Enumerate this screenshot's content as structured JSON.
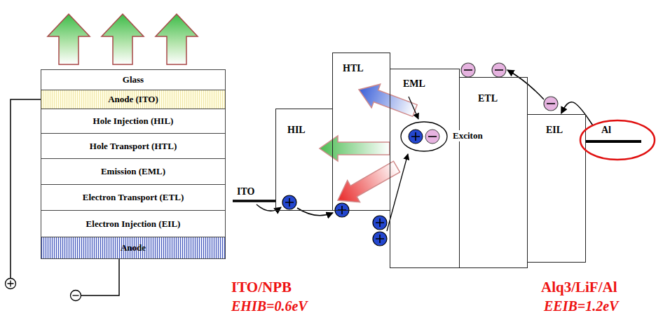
{
  "diagram": {
    "nodes": [
      {
        "text": [
          "Glass"
        ]
      },
      {
        "text": [
          "Anode (ITO)"
        ]
      },
      {
        "text": [
          "Hole Injection (HIL)"
        ]
      },
      {
        "text": [
          "Hole Transport (HTL)"
        ]
      },
      {
        "text": [
          "Emission (EML)"
        ]
      },
      {
        "text": [
          "Electron Transport (ETL)"
        ]
      },
      {
        "text": [
          "Electron Injection (EIL)"
        ]
      },
      {
        "text": [
          "Anode"
        ]
      },
      {
        "text": [
          "HIL"
        ]
      },
      {
        "text": [
          "HTL"
        ]
      },
      {
        "text": [
          "EML"
        ]
      },
      {
        "text": [
          "Exciton"
        ],
        "in": 10
      },
      {
        "text": [
          "ETL"
        ]
      },
      {
        "text": [
          "EIL"
        ]
      },
      {
        "text": [
          "Al"
        ]
      }
    ],
    "edges": [
      {
        "from": 14,
        "to": 13,
        "arrow": "to"
      }
    ],
    "labels": [
      "ITO",
      "ITO/NPB",
      "EHIB=0.6eV",
      "Alq3/LiF/Al",
      "EEIB=1.2eV"
    ]
  }
}
